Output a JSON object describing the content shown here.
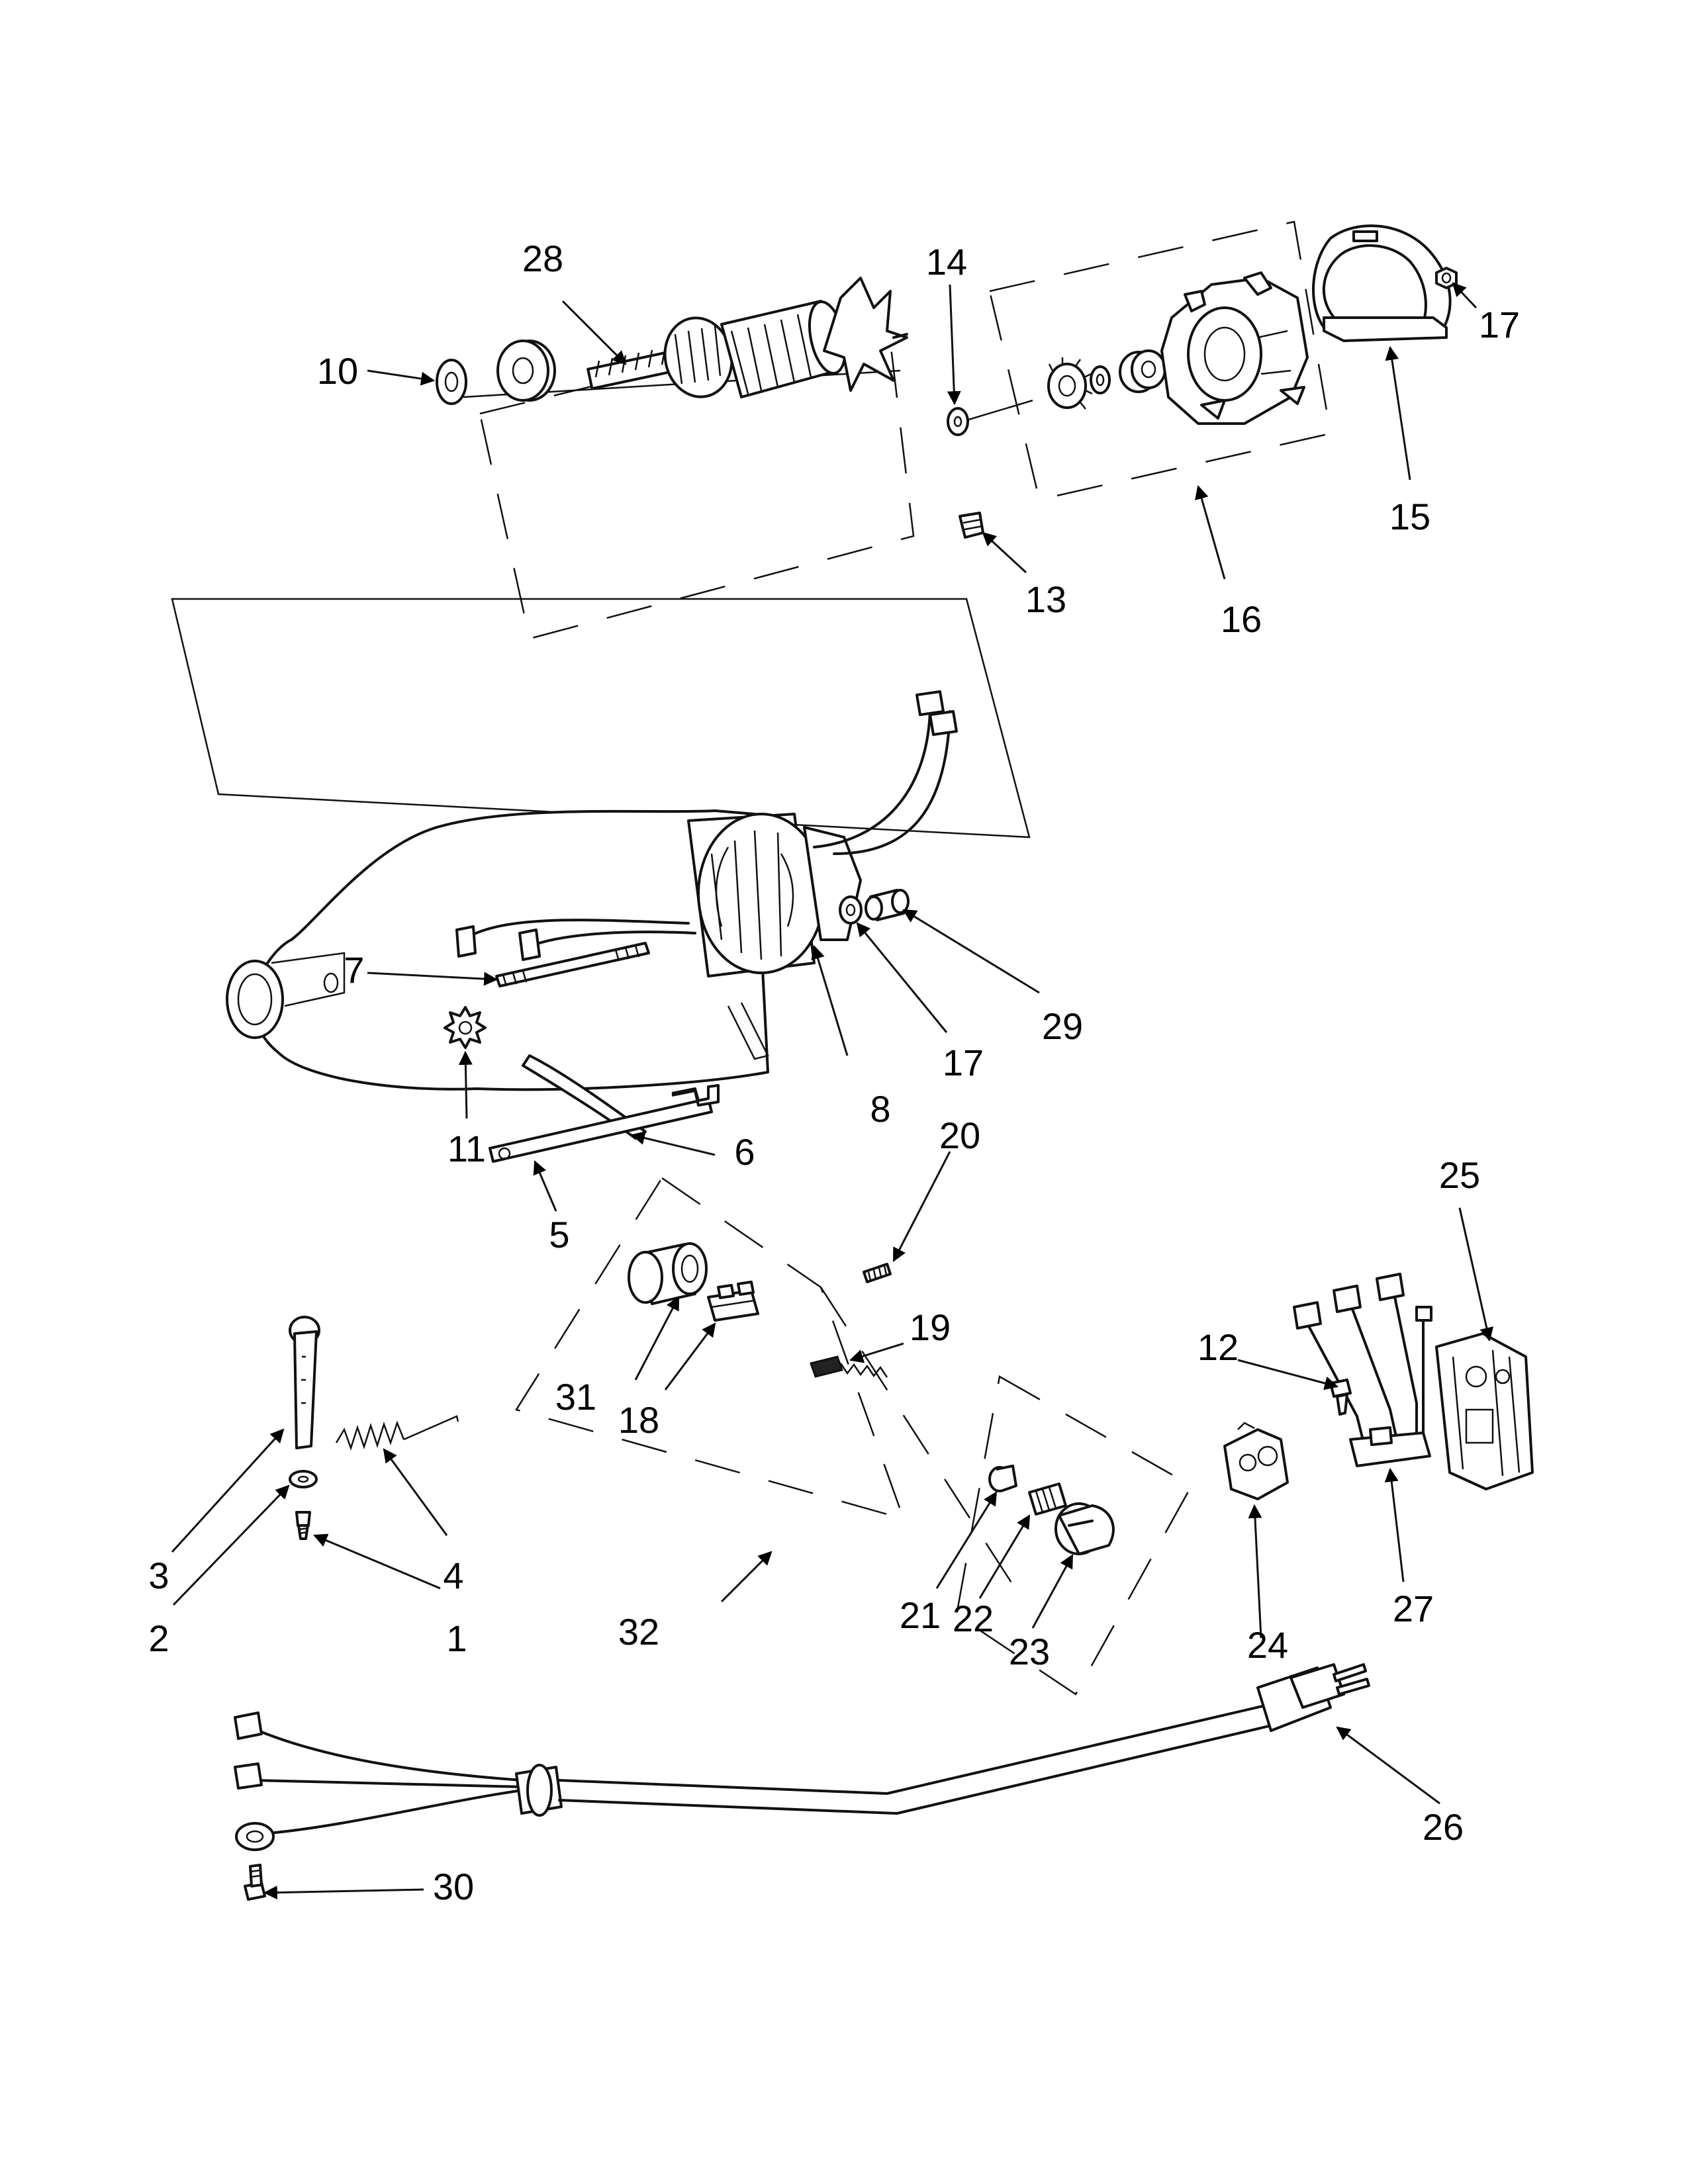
{
  "callouts": {
    "c1": "1",
    "c2": "2",
    "c3": "3",
    "c4": "4",
    "c5": "5",
    "c6": "6",
    "c7": "7",
    "c8": "8",
    "c10": "10",
    "c11": "11",
    "c12": "12",
    "c13": "13",
    "c14": "14",
    "c15": "15",
    "c16": "16",
    "c17a": "17",
    "c17b": "17",
    "c18": "18",
    "c19": "19",
    "c20": "20",
    "c21": "21",
    "c22": "22",
    "c23": "23",
    "c24": "24",
    "c25": "25",
    "c26": "26",
    "c27": "27",
    "c28": "28",
    "c29": "29",
    "c30": "30",
    "c31": "31",
    "c32": "32"
  }
}
